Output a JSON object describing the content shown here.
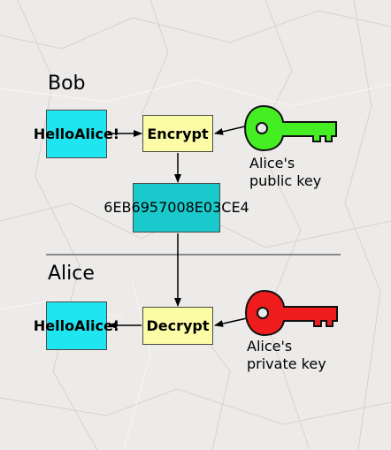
{
  "bob_section": {
    "label": "Bob",
    "message_line1": "Hello",
    "message_line2": "Alice!",
    "operation": "Encrypt",
    "key_label_line1": "Alice's",
    "key_label_line2": "public key",
    "key_color": "#44ee22"
  },
  "ciphertext": {
    "line1": "6EB69570",
    "line2": "08E03CE4"
  },
  "alice_section": {
    "label": "Alice",
    "message_line1": "Hello",
    "message_line2": "Alice!",
    "operation": "Decrypt",
    "key_label_line1": "Alice's",
    "key_label_line2": "private key",
    "key_color": "#ee1c1c"
  }
}
